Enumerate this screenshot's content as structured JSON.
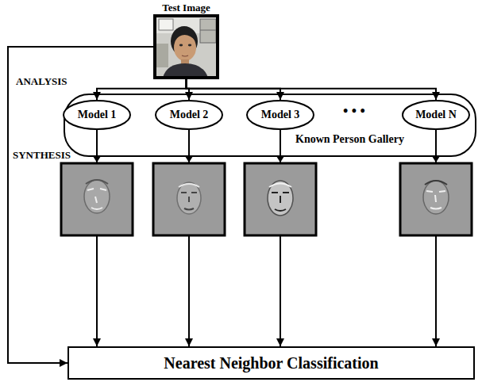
{
  "diagram": {
    "nodes": [
      {
        "text": [
          "Test Image"
        ]
      },
      {
        "text": [
          "Known Person Gallery"
        ]
      },
      {
        "text": [
          "Model 1"
        ],
        "in": 1
      },
      {
        "text": [
          "Model 2"
        ],
        "in": 1
      },
      {
        "text": [
          "Model 3"
        ],
        "in": 1
      },
      {
        "text": [
          "Model N"
        ],
        "in": 1
      },
      {
        "text": [
          "Nearest Neighbor Classification"
        ]
      }
    ],
    "edges": [
      {
        "from": 0,
        "to": 2,
        "arrow": "to"
      },
      {
        "from": 0,
        "to": 3,
        "arrow": "to"
      },
      {
        "from": 0,
        "to": 4,
        "arrow": "to"
      },
      {
        "from": 0,
        "to": 5,
        "arrow": "to"
      },
      {
        "from": 0,
        "to": 6,
        "arrow": "to"
      },
      {
        "from": 2,
        "to": 6,
        "arrow": "to"
      },
      {
        "from": 3,
        "to": 6,
        "arrow": "to"
      },
      {
        "from": 4,
        "to": 6,
        "arrow": "to"
      },
      {
        "from": 5,
        "to": 6,
        "arrow": "to"
      }
    ],
    "labels": [
      "ANALYSIS",
      "SYNTHESIS",
      "• • •"
    ]
  }
}
